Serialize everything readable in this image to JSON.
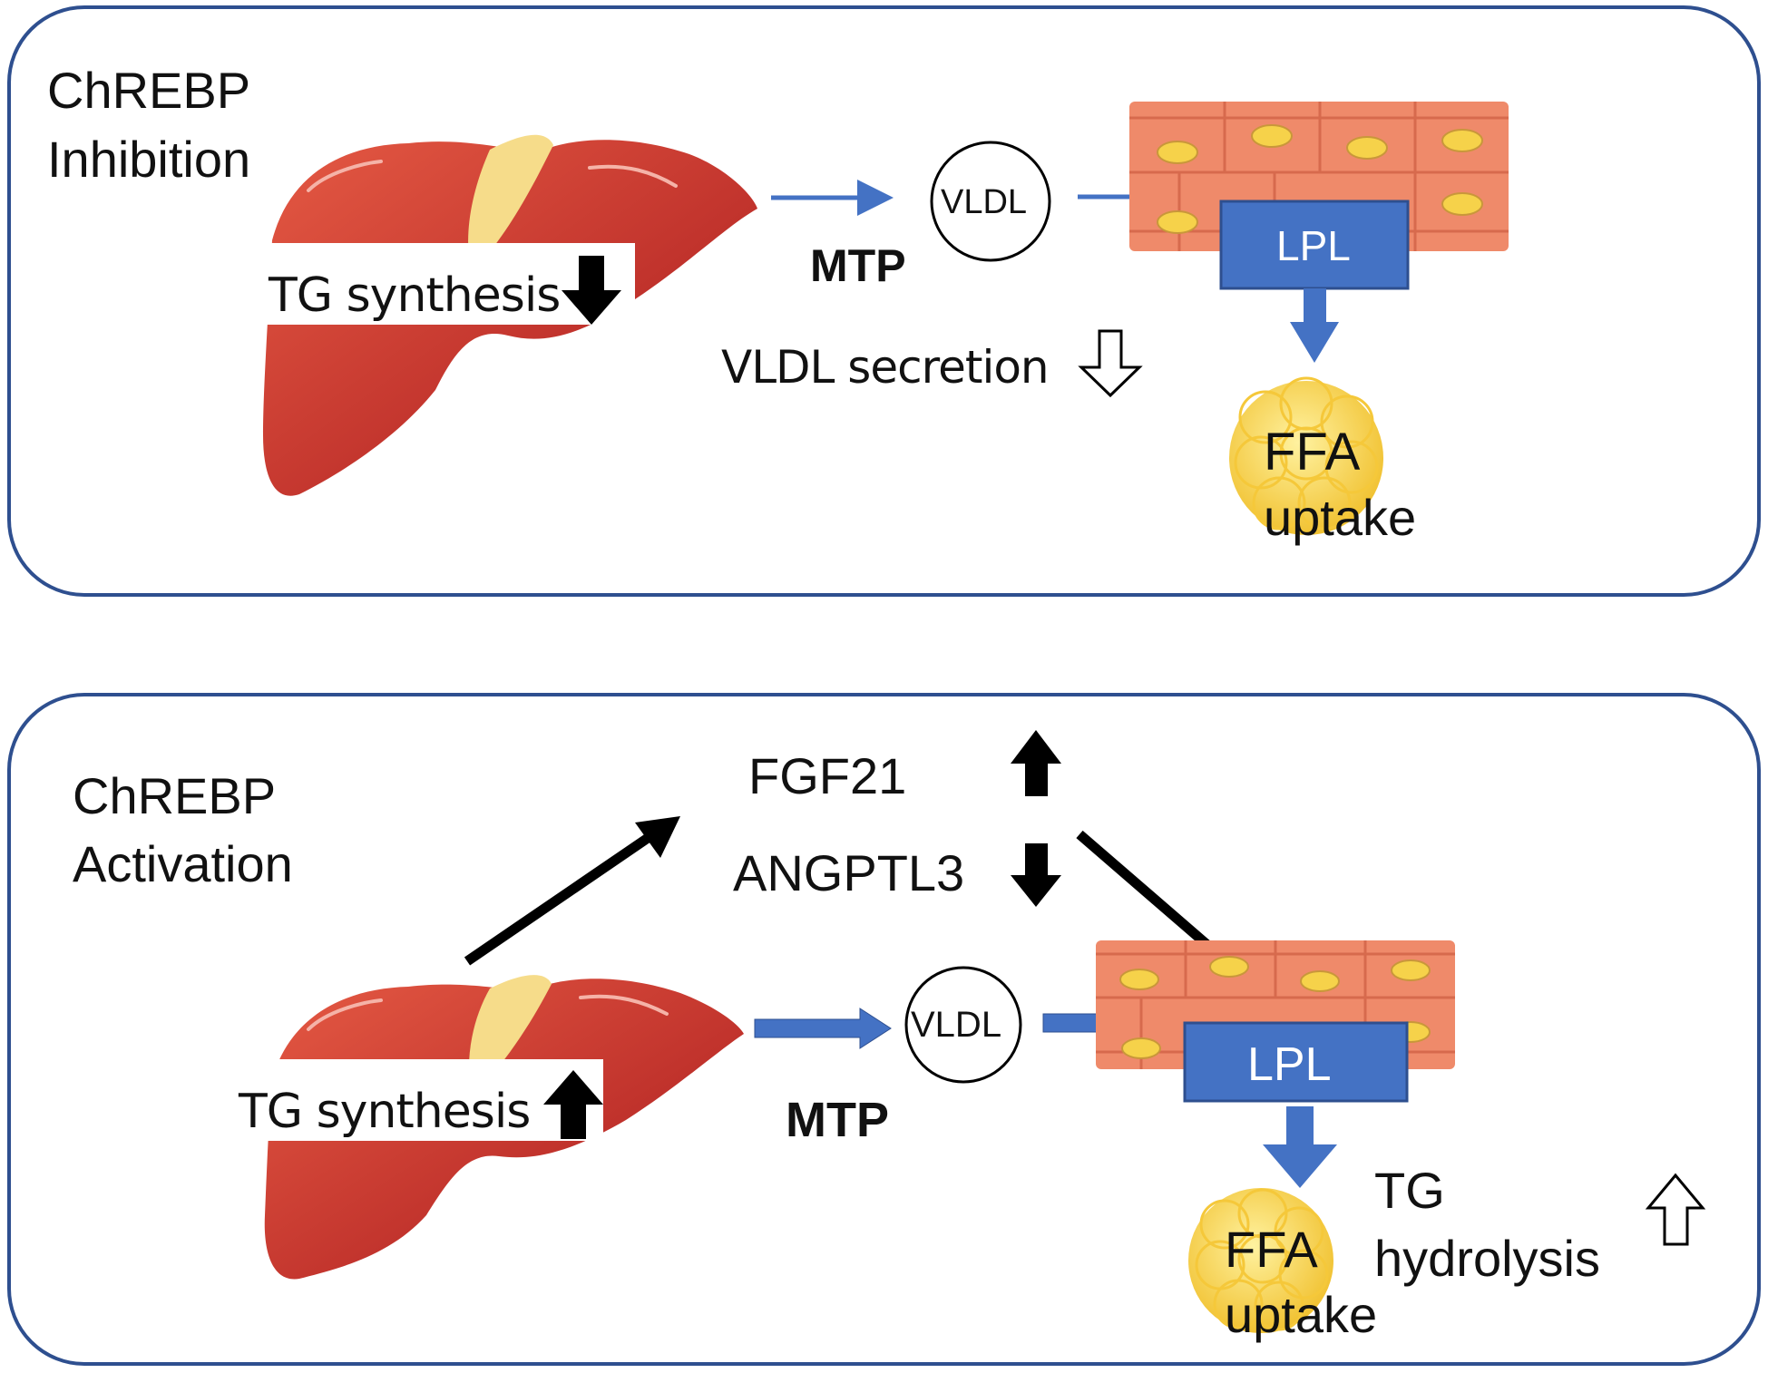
{
  "top_panel": {
    "title_line1": "ChREBP",
    "title_line2": "Inhibition",
    "tg_synthesis": "TG synthesis",
    "vldl": "VLDL",
    "mtp": "MTP",
    "vldl_secretion": "VLDL secretion",
    "lpl": "LPL",
    "ffa_line1": "FFA",
    "ffa_line2": "uptake"
  },
  "bottom_panel": {
    "title_line1": "ChREBP",
    "title_line2": "Activation",
    "fgf21": "FGF21",
    "angptl3": "ANGPTL3",
    "tg_synthesis": "TG synthesis",
    "vldl": "VLDL",
    "mtp": "MTP",
    "lpl": "LPL",
    "ffa_line1": "FFA",
    "ffa_line2": "uptake",
    "tg_hydrolysis_line1": "TG",
    "tg_hydrolysis_line2": "hydrolysis"
  },
  "colors": {
    "panel_border": "#2e4f8f",
    "lpl_fill": "#4472c4",
    "blue_arrow": "#4472c4",
    "liver": "#c8322b",
    "muscle": "#ef8a6a",
    "fat": "#f7d54a"
  }
}
